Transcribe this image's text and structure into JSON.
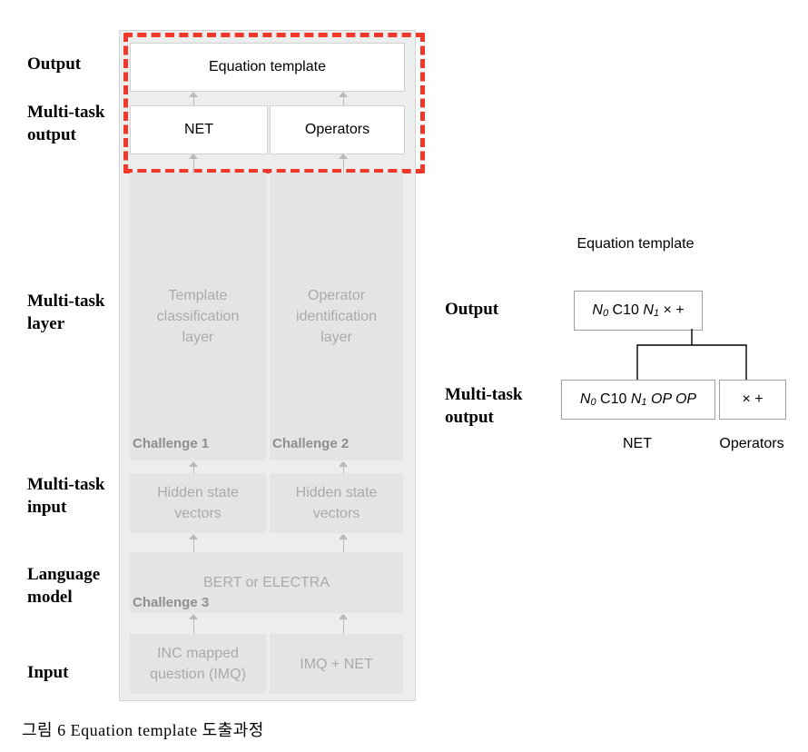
{
  "figure": {
    "caption": "그림 6 Equation template 도출과정"
  },
  "left": {
    "row_labels": [
      {
        "line1": "Output",
        "line2": ""
      },
      {
        "line1": "Multi-task",
        "line2": "output"
      },
      {
        "line1": "Multi-task",
        "line2": "layer"
      },
      {
        "line1": "Multi-task",
        "line2": "input"
      },
      {
        "line1": "Language",
        "line2": "model"
      },
      {
        "line1": "Input",
        "line2": ""
      }
    ],
    "output_box": "Equation template",
    "multitask_output": {
      "left": "NET",
      "right": "Operators"
    },
    "multitask_layer": {
      "left": "Template classification layer",
      "right": "Operator identification layer",
      "left_tag": "Challenge 1",
      "right_tag": "Challenge 2"
    },
    "multitask_input": {
      "left": "Hidden state vectors",
      "right": "Hidden state vectors"
    },
    "language_model": {
      "text": "BERT or ELECTRA",
      "tag": "Challenge 3"
    },
    "input": {
      "left": "INC mapped question (IMQ)",
      "right": "IMQ + NET"
    },
    "highlight_color": "#f0372a"
  },
  "right": {
    "title": "Equation template",
    "row_labels": [
      {
        "line1": "Output",
        "line2": ""
      },
      {
        "line1": "Multi-task",
        "line2": "output"
      }
    ],
    "output_equation": {
      "n0": "N",
      "n0_sub": "0",
      "c10": "C10",
      "n1": "N",
      "n1_sub": "1",
      "ops": "× +"
    },
    "net_equation": {
      "n0": "N",
      "n0_sub": "0",
      "c10": "C10",
      "n1": "N",
      "n1_sub": "1",
      "op_tokens": "OP OP"
    },
    "operators_box": "× +",
    "net_caption": "NET",
    "operators_caption": "Operators"
  }
}
